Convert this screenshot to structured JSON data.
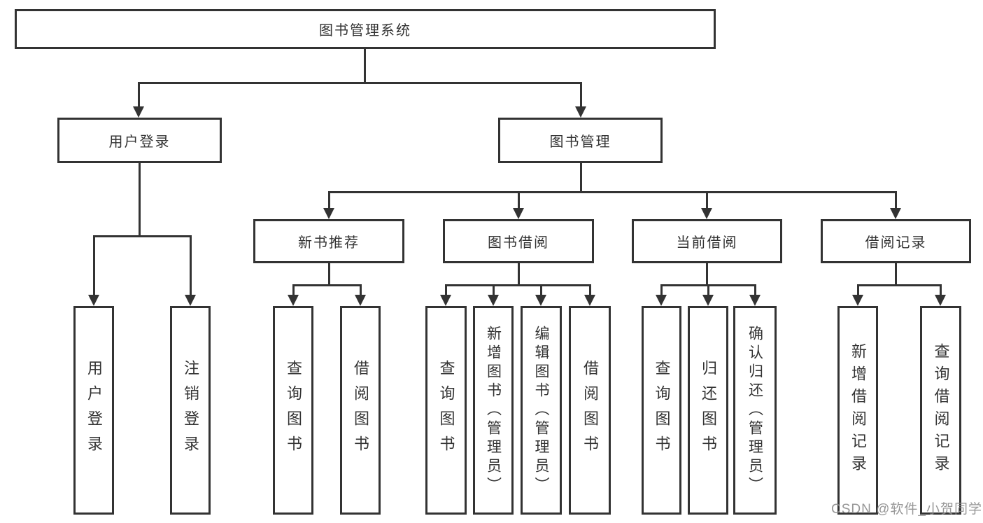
{
  "tree": {
    "label": "图书管理系统",
    "children": [
      {
        "label": "用户登录",
        "children": [
          {
            "label": "用户登录"
          },
          {
            "label": "注销登录"
          }
        ]
      },
      {
        "label": "图书管理",
        "children": [
          {
            "label": "新书推荐",
            "children": [
              {
                "label": "查询图书"
              },
              {
                "label": "借阅图书"
              }
            ]
          },
          {
            "label": "图书借阅",
            "children": [
              {
                "label": "查询图书"
              },
              {
                "label": "新增图书（管理员）"
              },
              {
                "label": "编辑图书（管理员）"
              },
              {
                "label": "借阅图书"
              }
            ]
          },
          {
            "label": "当前借阅",
            "children": [
              {
                "label": "查询图书"
              },
              {
                "label": "归还图书"
              },
              {
                "label": "确认归还（管理员）"
              }
            ]
          },
          {
            "label": "借阅记录",
            "children": [
              {
                "label": "新增借阅记录"
              },
              {
                "label": "查询借阅记录"
              }
            ]
          }
        ]
      }
    ]
  },
  "watermark": {
    "text": "CSDN @软件_小贺同学"
  },
  "colors": {
    "line": "#333333",
    "text": "#333333",
    "background": "#ffffff",
    "watermark": "#8c8c8c"
  }
}
